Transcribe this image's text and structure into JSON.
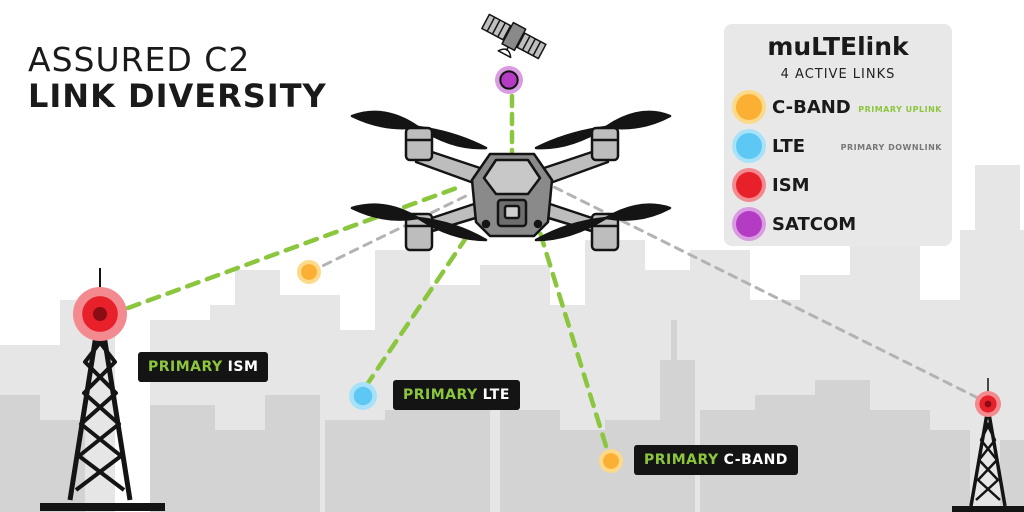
{
  "title": {
    "line1": "ASSURED C2",
    "line2": "LINK DIVERSITY"
  },
  "legend": {
    "brand": "muLTElink",
    "count": "4 ACTIVE LINKS",
    "items": [
      {
        "label": "C-BAND",
        "color": "#fbb034",
        "ring": "#fdd98a",
        "note": "PRIMARY UPLINK",
        "note_color": "#8cc63f"
      },
      {
        "label": "LTE",
        "color": "#5ec8f5",
        "ring": "#a8e2fa",
        "note": "PRIMARY DOWNLINK",
        "note_color": "#777777"
      },
      {
        "label": "ISM",
        "color": "#e8202a",
        "ring": "#f28a8f",
        "note": "",
        "note_color": "#777777"
      },
      {
        "label": "SATCOM",
        "color": "#b43bc4",
        "ring": "#d99be2",
        "note": "",
        "note_color": "#777777"
      }
    ]
  },
  "tags": {
    "ism": {
      "a": "PRIMARY",
      "b": "ISM"
    },
    "lte": {
      "a": "PRIMARY",
      "b": "LTE"
    },
    "cband": {
      "a": "PRIMARY",
      "b": "C-BAND"
    }
  },
  "colors": {
    "primary_link": "#8cc63f",
    "secondary_link": "#b3b3b3",
    "skyline_back": "#e5e5e5",
    "skyline_front": "#d3d3d3",
    "tower": "#141414",
    "drone_body": "#8a8a8a",
    "drone_dark": "#141414"
  }
}
